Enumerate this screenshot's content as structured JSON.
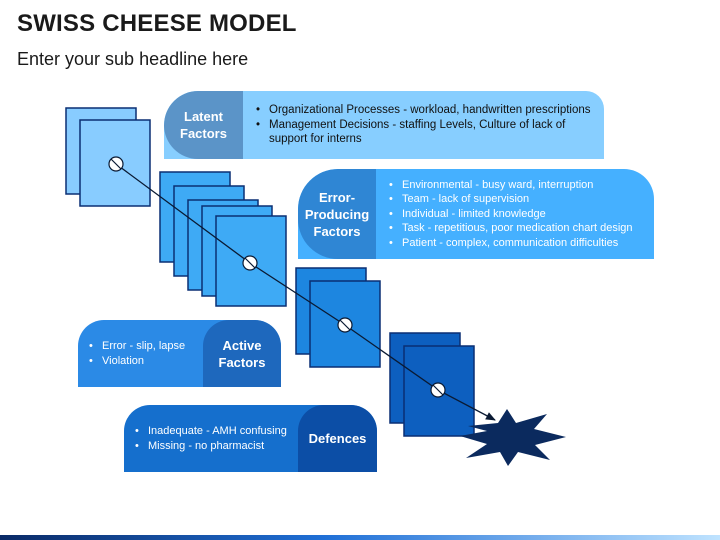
{
  "header": {
    "title": "SWISS CHEESE MODEL",
    "subtitle": "Enter your sub headline here"
  },
  "boxes": {
    "latent": {
      "title": "Latent\nFactors",
      "bullets": [
        "Organizational Processes - workload, handwritten prescriptions",
        "Management Decisions - staffing Levels, Culture of lack of support for interns"
      ]
    },
    "error_producing": {
      "title": "Error-\nProducing\nFactors",
      "bullets": [
        "Environmental - busy ward, interruption",
        "Team - lack of supervision",
        "Individual - limited knowledge",
        "Task - repetitious, poor medication chart design",
        "Patient - complex, communication difficulties"
      ]
    },
    "active": {
      "title": "Active\nFactors",
      "bullets": [
        "Error - slip, lapse",
        "Violation"
      ]
    },
    "defences": {
      "title": "Defences",
      "bullets": [
        "Inadequate - AMH confusing",
        "Missing - no pharmacist"
      ]
    }
  },
  "colors": {
    "layer_group_1": "#88ccff",
    "layer_group_2": "#3eaaf5",
    "layer_group_3": "#1d86e0",
    "layer_group_4": "#0d5fbf",
    "layer_stroke": "#0a2f73",
    "starburst": "#0b2a5e"
  },
  "icons": {
    "hole": "circle-with-slash-icon",
    "accident": "starburst-icon"
  }
}
